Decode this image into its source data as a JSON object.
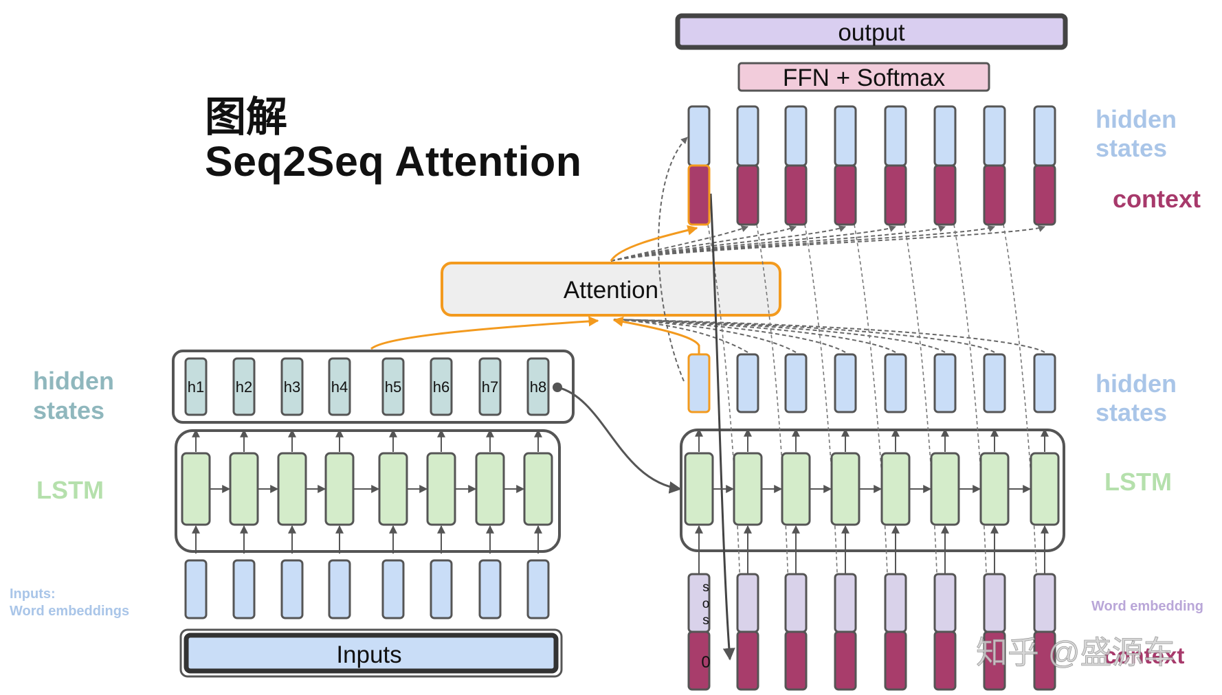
{
  "title": {
    "line1": "图解",
    "line2": "Seq2Seq Attention"
  },
  "encoder": {
    "hidden_states": [
      "h1",
      "h2",
      "h3",
      "h4",
      "h5",
      "h6",
      "h7",
      "h8"
    ],
    "side_labels": {
      "hidden_line1": "hidden",
      "hidden_line2": "states",
      "lstm": "LSTM",
      "inputs_line1": "Inputs:",
      "inputs_line2": "Word embeddings"
    },
    "inputs_bar": "Inputs"
  },
  "attention": {
    "label": "Attention"
  },
  "decoder": {
    "output_label": "output",
    "ffn_label": "FFN + Softmax",
    "side_labels": {
      "hidden_line1": "hidden",
      "hidden_line2": "states",
      "context": "context",
      "lstm": "LSTM",
      "word_embedding": "Word embedding",
      "context_bottom": "context"
    },
    "sos_letters": [
      "s",
      "o",
      "s"
    ],
    "initial_context": "0"
  },
  "watermark": "知乎 @盛源车",
  "colors": {
    "hidden_blue": "#c9ddf7",
    "encoder_hidden_teal": "#c5dddd",
    "lstm_green": "#d4ecca",
    "context_crimson": "#a83d6b",
    "embedding_purple": "#d9d2ea",
    "output_purple": "#d9cef0",
    "ffn_pink": "#f2ccdb",
    "attention_orange": "#f39a1e",
    "attention_box": "#eeeeee"
  }
}
